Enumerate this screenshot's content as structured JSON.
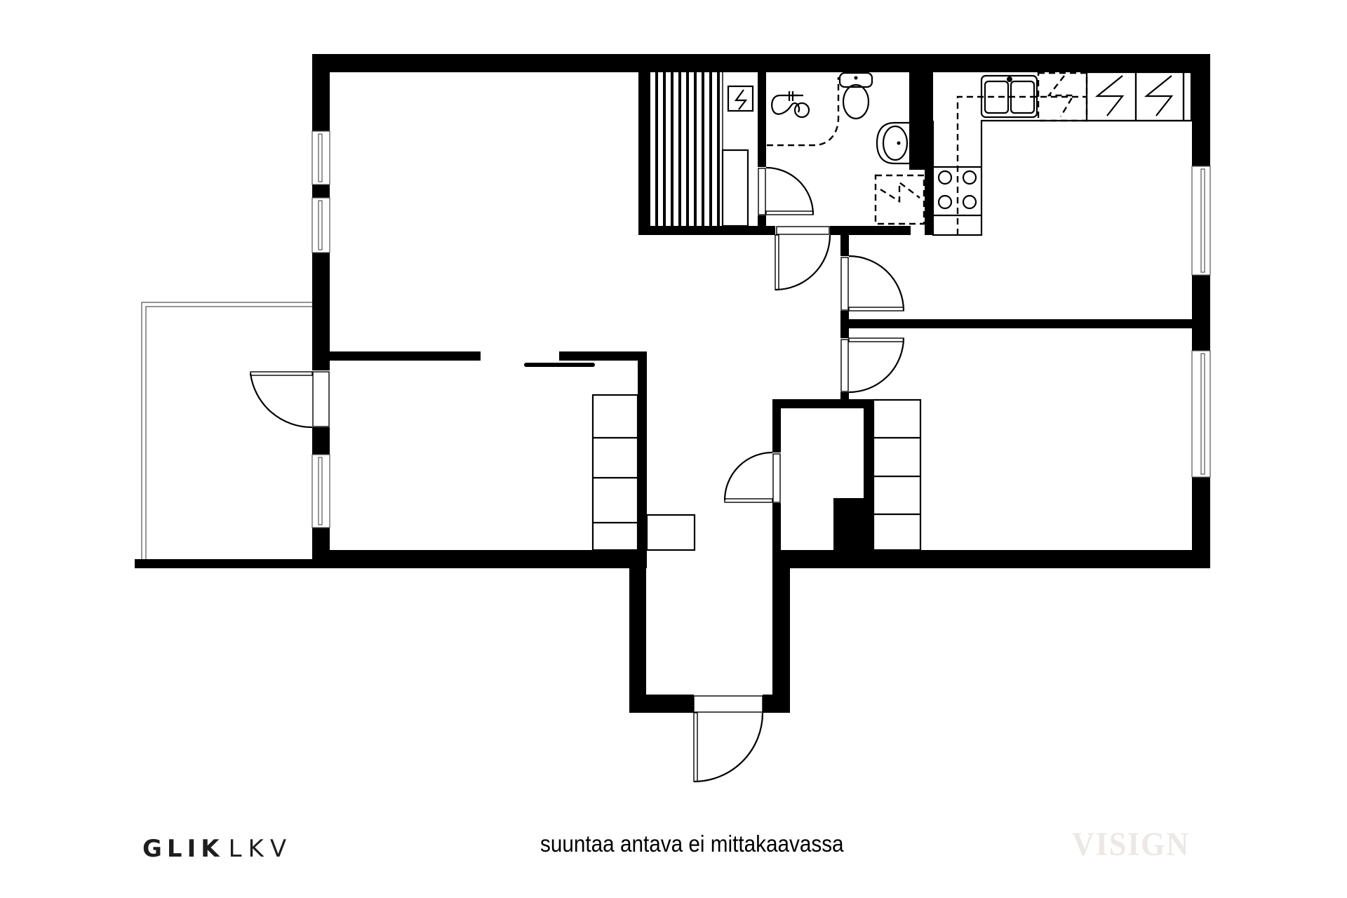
{
  "footer": {
    "brand_bold": "GLIK",
    "brand_light": "LKV",
    "caption": "suuntaa antava ei mittakaavassa",
    "watermark": "VISIGN"
  },
  "colors": {
    "wall": "#000000",
    "background": "#ffffff",
    "watermark": "#ece8e6",
    "brand_text": "#1e1e1e"
  },
  "floorplan": {
    "rooms": [
      {
        "name": "living-room",
        "label": ""
      },
      {
        "name": "sauna",
        "label": ""
      },
      {
        "name": "bathroom",
        "label": ""
      },
      {
        "name": "kitchen",
        "label": ""
      },
      {
        "name": "bedroom-1",
        "label": ""
      },
      {
        "name": "bedroom-2",
        "label": ""
      },
      {
        "name": "storage-closet",
        "label": ""
      },
      {
        "name": "entrance-hall",
        "label": ""
      },
      {
        "name": "balcony",
        "label": ""
      }
    ],
    "symbols": [
      "sauna-stove-icon",
      "shower-icon",
      "toilet-icon",
      "sink-icon",
      "washing-machine-icon",
      "kitchen-sink-icon",
      "dishwasher-icon",
      "appliance-icon",
      "stove-icon",
      "wardrobe",
      "door-swing"
    ]
  }
}
